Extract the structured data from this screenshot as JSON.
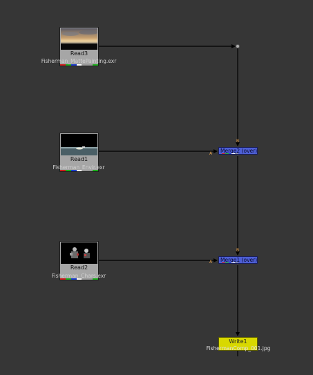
{
  "nodes": {
    "read3": {
      "title": "Read3",
      "file": "Fisherman_MattePainting.exr"
    },
    "read1": {
      "title": "Read1",
      "file": "Fisherman_Envir.exr"
    },
    "read2": {
      "title": "Read2",
      "file": "Fisherman_Chars.exr"
    },
    "merge2": {
      "title": "Merge2 (over)"
    },
    "merge1": {
      "title": "Merge1 (over)"
    },
    "write1": {
      "title": "Write1",
      "file": "FishermanComp_001.jpg"
    }
  },
  "ports": {
    "input_a": "A",
    "input_b": "B"
  },
  "colors": {
    "background": "#363636",
    "wire": "#000000",
    "read_node": "#a6a6a6",
    "merge_node": "#4d5fd6",
    "write_node": "#d8d800",
    "port_label": "#e8a24a"
  }
}
